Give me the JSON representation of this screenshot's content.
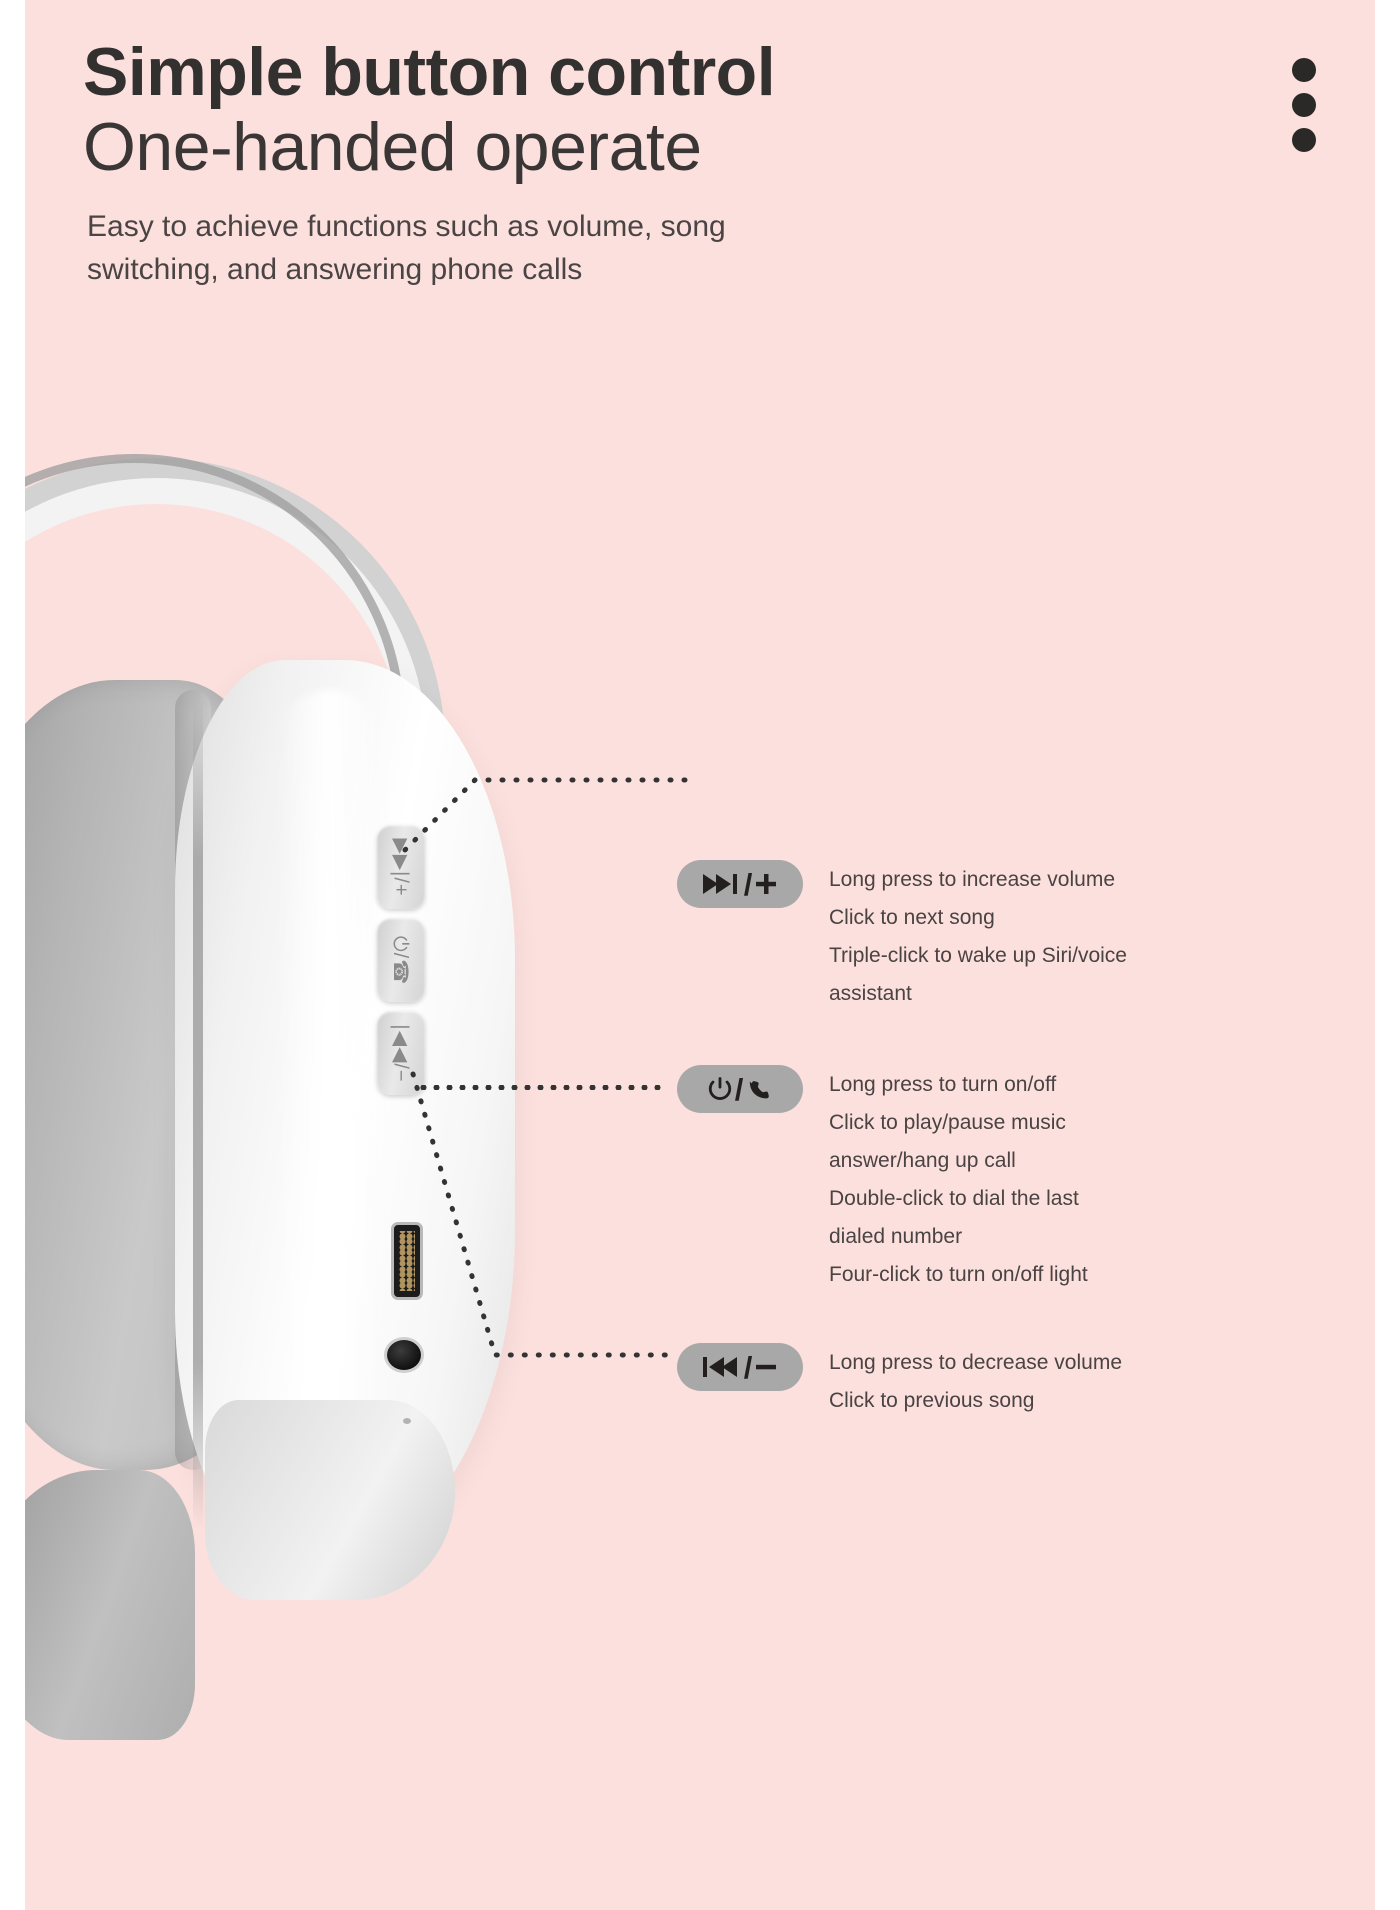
{
  "header": {
    "title_line1": "Simple button control",
    "title_line2": "One-handed operate",
    "subtitle": "Easy to achieve functions such as volume, song switching, and answering phone calls",
    "menu_icon": "kebab-menu-icon"
  },
  "colors": {
    "background": "#fce0dd",
    "page": "#ffffff",
    "title": "#333030",
    "body_text": "#4a4343",
    "badge_bg": "#a8a8a8",
    "badge_glyph": "#231f1f",
    "dot_leader": "#333333"
  },
  "product": {
    "name": "over-ear-headphone",
    "buttons": [
      {
        "id": "volume-up-button",
        "glyph": "▶▶|/+"
      },
      {
        "id": "power-call-button",
        "glyph": "⏻/☎"
      },
      {
        "id": "volume-down-button",
        "glyph": "|◀◀/−"
      }
    ],
    "ports": [
      {
        "id": "charging-port"
      },
      {
        "id": "audio-jack"
      },
      {
        "id": "status-led"
      }
    ]
  },
  "callouts": [
    {
      "id": "volume-up",
      "badge_label": "▶▶|/+",
      "badge_icon": "next-track-plus-icon",
      "lines": [
        "Long press to increase volume",
        "Click to next song",
        "Triple-click to wake up Siri/voice",
        "assistant"
      ]
    },
    {
      "id": "power-call",
      "badge_label": "⏻/☎",
      "badge_icon": "power-phone-icon",
      "lines": [
        "Long press to turn on/off",
        "Click to play/pause music",
        "answer/hang up call",
        "Double-click to dial the last",
        "dialed number",
        "Four-click to turn on/off light"
      ]
    },
    {
      "id": "volume-down",
      "badge_label": "|◀◀/−",
      "badge_icon": "previous-track-minus-icon",
      "lines": [
        "Long press to decrease volume",
        "Click to previous song"
      ]
    }
  ]
}
